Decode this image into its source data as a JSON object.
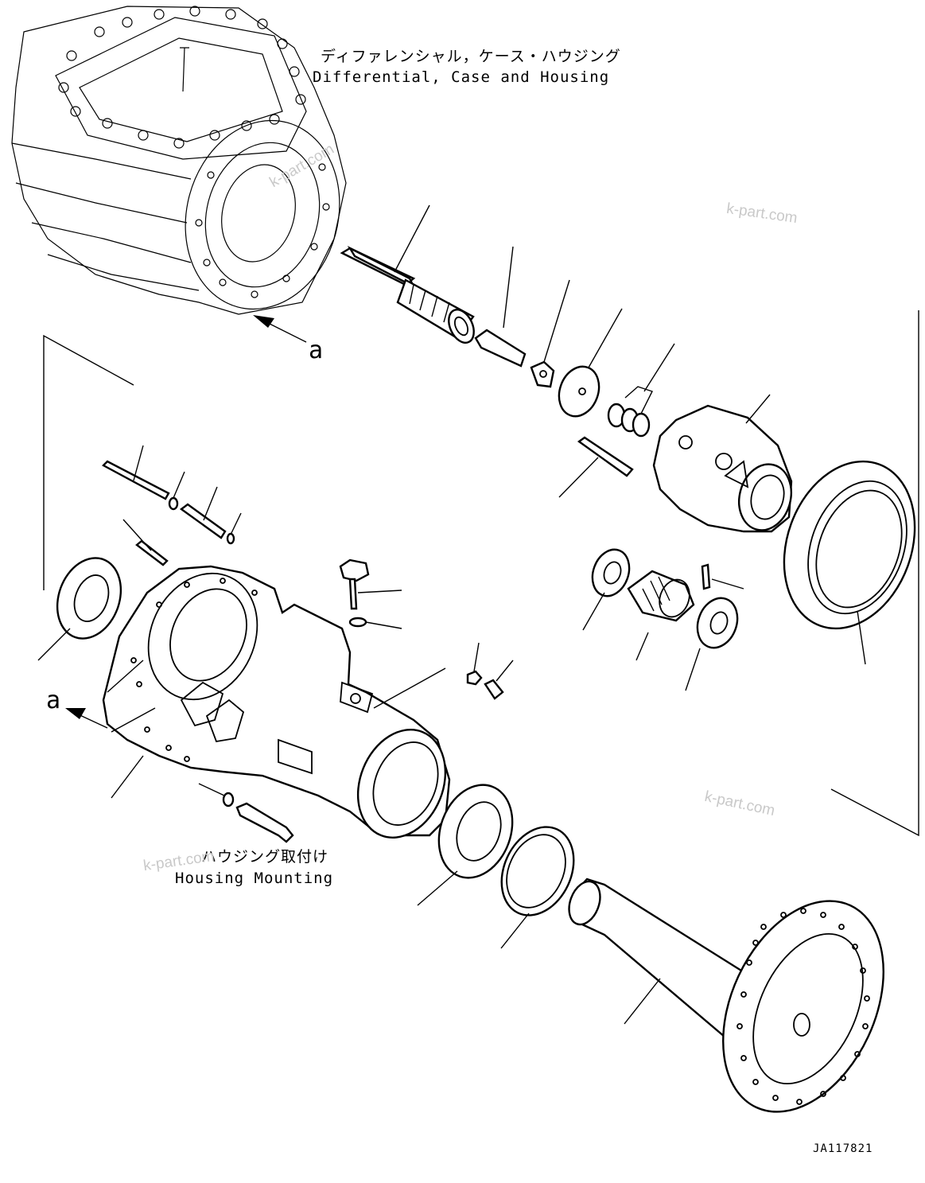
{
  "labels": {
    "diff_jp": "ディファレンシャル，ケース・ハウジング",
    "diff_en": "Differential, Case and Housing",
    "housing_jp": "ハウジング取付け",
    "housing_en": "Housing Mounting",
    "arrow_a_top": "a",
    "arrow_a_left": "a",
    "drawing_code": "JA117821"
  },
  "watermarks": [
    "k-part.com",
    "k-part.com",
    "k-part.com",
    "k-part.com"
  ]
}
